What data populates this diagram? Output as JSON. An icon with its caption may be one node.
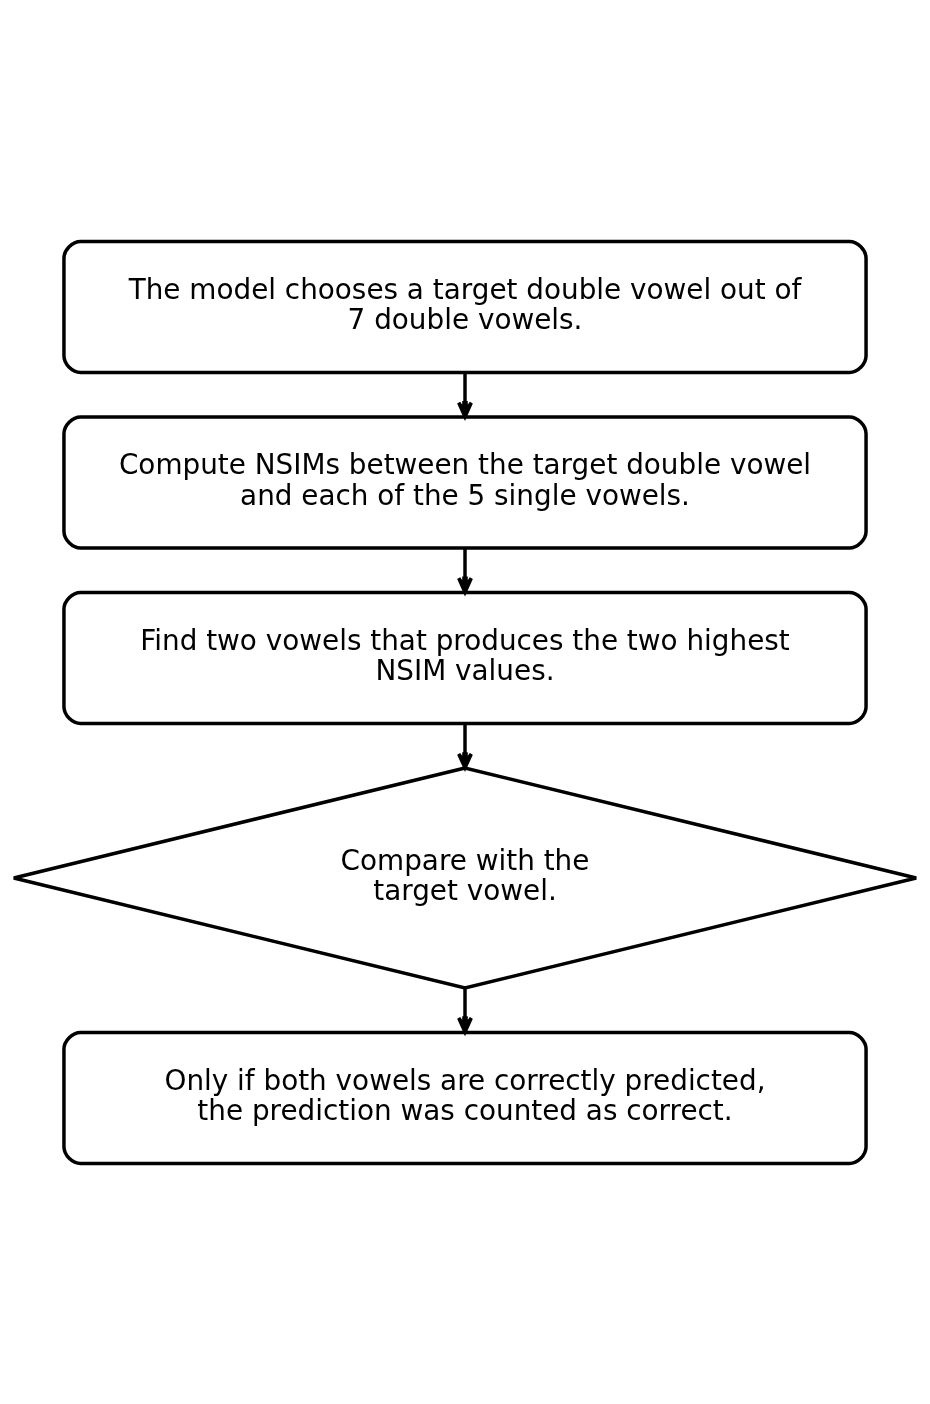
{
  "diagram": {
    "nodes": [
      {
        "text": [
          "The model chooses a target double vowel out of 7 double vowels."
        ]
      },
      {
        "text": [
          "Compute NSIMs between the target double vowel and each of the 5 single vowels."
        ]
      },
      {
        "text": [
          "Find two vowels that produces the two highest NSIM values."
        ]
      },
      {
        "text": [
          "Compare with the target vowel."
        ]
      },
      {
        "text": [
          "Only if both vowels are correctly predicted, the prediction was counted as correct."
        ]
      }
    ],
    "edges": [
      {
        "from": 0,
        "to": 1,
        "arrow": "to"
      },
      {
        "from": 1,
        "to": 2,
        "arrow": "to"
      },
      {
        "from": 2,
        "to": 3,
        "arrow": "to"
      },
      {
        "from": 3,
        "to": 4,
        "arrow": "to"
      }
    ]
  }
}
